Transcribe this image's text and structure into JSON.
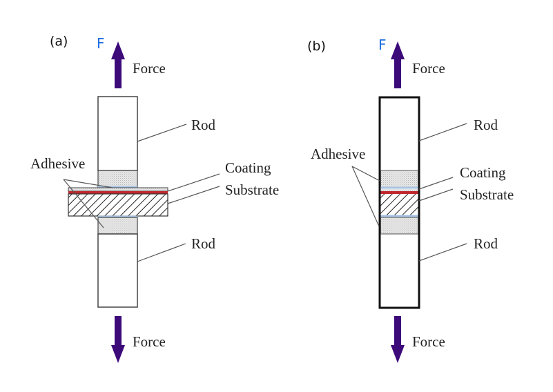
{
  "figure": {
    "colors": {
      "force_arrow": "#3d0a7a",
      "coating": "#c0272d",
      "adhesive_interface": "#a8c4e4",
      "adhesive_fill": "#e6e6e6",
      "f_label": "#1e6fe0"
    },
    "panels": [
      {
        "id": "a",
        "label": "(a)",
        "f_symbol": "F",
        "top_force": "Force",
        "bottom_force": "Force",
        "rod_top": "Rod",
        "rod_bottom": "Rod",
        "adhesive": "Adhesive",
        "coating": "Coating",
        "substrate": "Substrate"
      },
      {
        "id": "b",
        "label": "(b)",
        "f_symbol": "F",
        "top_force": "Force",
        "bottom_force": "Force",
        "rod_top": "Rod",
        "rod_bottom": "Rod",
        "adhesive": "Adhesive",
        "coating": "Coating",
        "substrate": "Substrate"
      }
    ]
  }
}
